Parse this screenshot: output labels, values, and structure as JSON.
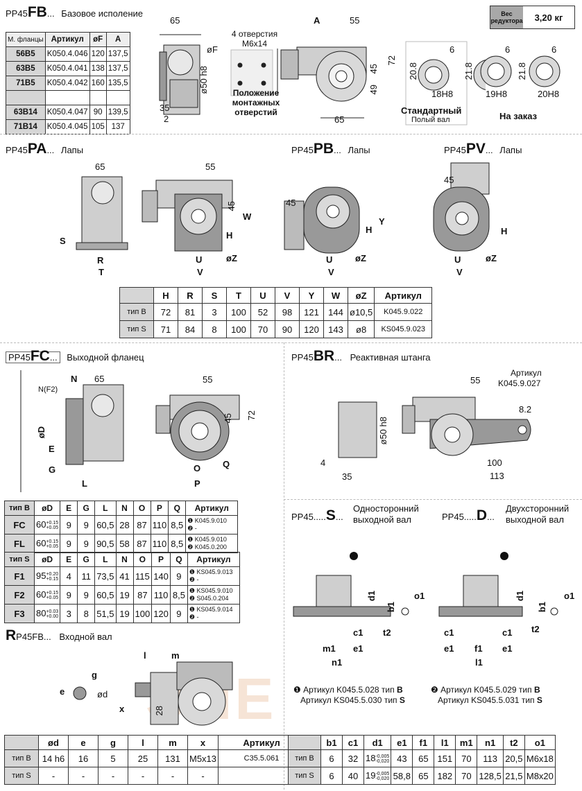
{
  "fb": {
    "code_pre": "PP45",
    "code_big": "FB",
    "code_post": "...",
    "title": "Базовое исполение",
    "headers": [
      "М. фланцы",
      "Артикул",
      "øF",
      "A"
    ],
    "rows": [
      [
        "56B5",
        "K050.4.046",
        "120",
        "137,5"
      ],
      [
        "63B5",
        "K050.4.041",
        "138",
        "137,5"
      ],
      [
        "71B5",
        "K050.4.042",
        "160",
        "135,5"
      ],
      [
        "",
        "",
        "",
        ""
      ],
      [
        "63B14",
        "K050.4.047",
        "90",
        "139,5"
      ],
      [
        "71B14",
        "K050.4.045",
        "105",
        "137"
      ]
    ],
    "holes_title": "4 отверстия M6x14",
    "holes_caption": "Положение монтажных отверстий",
    "std_label": "Стандартный",
    "std_sub": "Полый вал",
    "order_label": "На заказ",
    "dims": {
      "d65": "65",
      "dF": "øF",
      "d50": "ø50 h8",
      "d35": "35",
      "d2": "2",
      "dA": "A",
      "d55": "55",
      "d45": "45",
      "d72": "72",
      "d49": "49",
      "d65b": "65",
      "s6": "6",
      "s208": "20.8",
      "s18": "18H8",
      "s218": "21.8",
      "s19": "19H8",
      "s218b": "21.8",
      "s20": "20H8"
    }
  },
  "weight": {
    "label": "Вес редуктора",
    "value": "3,20 кг"
  },
  "pa": {
    "code_pre": "PP45",
    "code_big": "PA",
    "code_post": "...",
    "title": "Лапы"
  },
  "pb": {
    "code_pre": "PP45",
    "code_big": "PB",
    "code_post": "...",
    "title": "Лапы"
  },
  "pv": {
    "code_pre": "PP45",
    "code_big": "PV",
    "code_post": "...",
    "title": "Лапы"
  },
  "feet_dims": {
    "d65": "65",
    "d55": "55",
    "d45": "45",
    "H": "H",
    "W": "W",
    "S": "S",
    "R": "R",
    "T": "T",
    "U": "U",
    "V": "V",
    "Z": "øZ",
    "Y": "Y",
    "d45b": "45",
    "d45c": "45"
  },
  "feet_table": {
    "headers": [
      "",
      "H",
      "R",
      "S",
      "T",
      "U",
      "V",
      "Y",
      "W",
      "øZ",
      "Артикул"
    ],
    "rows": [
      [
        "тип B",
        "72",
        "81",
        "3",
        "100",
        "52",
        "98",
        "121",
        "144",
        "ø10,5",
        "K045.9.022"
      ],
      [
        "тип S",
        "71",
        "84",
        "8",
        "100",
        "70",
        "90",
        "120",
        "143",
        "ø8",
        "KS045.9.023"
      ]
    ]
  },
  "fc": {
    "code_pre": "PP45",
    "code_big": "FC",
    "code_post": "...",
    "title": "Выходной фланец",
    "dims": {
      "N": "N",
      "NF2": "N(F2)",
      "d65": "65",
      "d55": "55",
      "d45": "45",
      "d72": "72",
      "D": "øD",
      "E": "E",
      "G": "G",
      "L": "L",
      "O": "O",
      "P": "P",
      "Q": "Q"
    },
    "tableB": {
      "headers": [
        "тип B",
        "øD",
        "E",
        "G",
        "L",
        "N",
        "O",
        "P",
        "Q",
        "Артикул"
      ],
      "rows": [
        {
          "n": "FC",
          "d": "60",
          "up": "+0.15",
          "lo": "+0.05",
          "v": [
            "9",
            "9",
            "60,5",
            "28",
            "87",
            "110",
            "8,5"
          ],
          "a1": "K045.9.010",
          "a2": "-"
        },
        {
          "n": "FL",
          "d": "60",
          "up": "+0.15",
          "lo": "+0.05",
          "v": [
            "9",
            "9",
            "90,5",
            "58",
            "87",
            "110",
            "8,5"
          ],
          "a1": "K045.9.010",
          "a2": "K045.0.200"
        }
      ]
    },
    "tableS": {
      "headers": [
        "тип S",
        "øD",
        "E",
        "G",
        "L",
        "N",
        "O",
        "P",
        "Q",
        "Артикул"
      ],
      "rows": [
        {
          "n": "F1",
          "d": "95",
          "up": "+0.20",
          "lo": "+0.15",
          "v": [
            "4",
            "11",
            "73,5",
            "41",
            "115",
            "140",
            "9"
          ],
          "a1": "KS045.9.013",
          "a2": "-"
        },
        {
          "n": "F2",
          "d": "60",
          "up": "+0.15",
          "lo": "+0.05",
          "v": [
            "9",
            "9",
            "60,5",
            "19",
            "87",
            "110",
            "8,5"
          ],
          "a1": "KS045.9.010",
          "a2": "S045.0.204"
        },
        {
          "n": "F3",
          "d": "80",
          "up": "+0.03",
          "lo": "+0.00",
          "v": [
            "3",
            "8",
            "51,5",
            "19",
            "100",
            "120",
            "9"
          ],
          "a1": "KS045.9.014",
          "a2": "-"
        }
      ]
    }
  },
  "br": {
    "code_pre": "PP45",
    "code_big": "BR",
    "code_post": "...",
    "title": "Реактивная штанга",
    "art_label": "Артикул",
    "art": "K045.9.027",
    "dims": {
      "d55": "55",
      "d82": "8.2",
      "d100": "100",
      "d113": "113",
      "d50": "ø50 h8",
      "d4": "4",
      "d35": "35"
    }
  },
  "s": {
    "code_pre": "PP45.....",
    "code_big": "S",
    "code_post": "...",
    "title": "Односторонний выходной вал"
  },
  "d": {
    "code_pre": "PP45.....",
    "code_big": "D",
    "code_post": "...",
    "title": "Двухсторонний выходной вал"
  },
  "shaft_dims": {
    "b1": "b1",
    "c1": "c1",
    "d1": "d1",
    "e1": "e1",
    "f1": "f1",
    "l1": "l1",
    "m1": "m1",
    "n1": "n1",
    "t2": "t2",
    "o1": "o1"
  },
  "shaft_notes": {
    "n1a": "Артикул K045.5.028",
    "n1t": "тип",
    "n1b": "B",
    "n1c": "Артикул KS045.5.030",
    "n1s": "тип",
    "n1d": "S",
    "n2a": "Артикул K045.5.029",
    "n2t": "тип",
    "n2b": "B",
    "n2c": "Артикул KS045.5.031",
    "n2s": "тип",
    "n2d": "S"
  },
  "shaft_table": {
    "headers": [
      "",
      "b1",
      "c1",
      "d1",
      "e1",
      "f1",
      "l1",
      "m1",
      "n1",
      "t2",
      "o1"
    ],
    "rows": [
      {
        "t": "тип B",
        "b1": "6",
        "c1": "32",
        "d1": "18",
        "up": "-0,005",
        "lo": "-0,020",
        "e1": "43",
        "f1": "65",
        "l1": "151",
        "m1": "70",
        "n1": "113",
        "t2": "20,5",
        "o1": "M6x18"
      },
      {
        "t": "тип S",
        "b1": "6",
        "c1": "40",
        "d1": "19",
        "up": "-0,005",
        "lo": "-0,020",
        "e1": "58,8",
        "f1": "65",
        "l1": "182",
        "m1": "70",
        "n1": "128,5",
        "t2": "21,5",
        "o1": "M8x20"
      }
    ]
  },
  "r": {
    "code_big": "R",
    "code_post": "P45FB...",
    "title": "Входной вал",
    "dims": {
      "l": "l",
      "m": "m",
      "g": "g",
      "e": "e",
      "d": "ød",
      "x": "x",
      "v28": "28"
    }
  },
  "r_table": {
    "headers": [
      "",
      "ød",
      "e",
      "g",
      "l",
      "m",
      "x",
      "Артикул"
    ],
    "rows": [
      [
        "тип B",
        "14 h6",
        "16",
        "5",
        "25",
        "131",
        "M5x13",
        "C35.5.061"
      ],
      [
        "тип S",
        "-",
        "-",
        "-",
        "-",
        "-",
        "-",
        ""
      ]
    ]
  },
  "watermark": "ЭНЕ"
}
